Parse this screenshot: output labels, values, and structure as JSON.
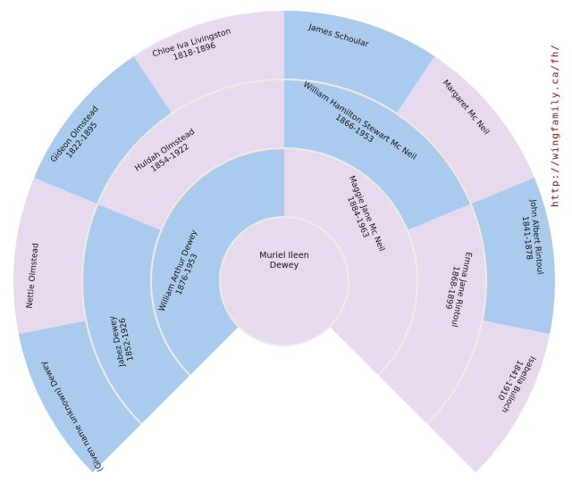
{
  "chart": {
    "type": "genealogy-fan-chart",
    "center_person": {
      "name": "Muriel Ileen Dewey",
      "name_lines": [
        "Muriel Ileen",
        "Dewey"
      ],
      "dates": "",
      "sex": "female"
    },
    "generations": [
      {
        "ring": 1,
        "people": [
          {
            "name": "William Arthur Dewey",
            "dates": "1876-1953",
            "sex": "male"
          },
          {
            "name": "Maggie Jane Mc Neil",
            "dates": "1884-1963",
            "sex": "female"
          }
        ]
      },
      {
        "ring": 2,
        "people": [
          {
            "name": "Jabez Dewey",
            "dates": "1852-1926",
            "sex": "male"
          },
          {
            "name": "Huldah Olmstead",
            "dates": "1854-1922",
            "sex": "female"
          },
          {
            "name": "William Hamilton Stewart Mc Neil",
            "dates": "1866-1953",
            "sex": "male"
          },
          {
            "name": "Emma Jane Rintoul",
            "dates": "1868-1899",
            "sex": "female"
          }
        ]
      },
      {
        "ring": 3,
        "people": [
          {
            "name": "(Given name unknown) Dewey",
            "dates": "",
            "sex": "male"
          },
          {
            "name": "Nettie Olmstead",
            "dates": "",
            "sex": "female"
          },
          {
            "name": "Gideon Olmstead",
            "dates": "1822-1895",
            "sex": "male"
          },
          {
            "name": "Chloe Iva Livingston",
            "dates": "1818-1896",
            "sex": "female"
          },
          {
            "name": "James Schoular",
            "dates": "",
            "sex": "male"
          },
          {
            "name": "Margaret Mc Neil",
            "dates": "",
            "sex": "female"
          },
          {
            "name": "John Albert Rintoul",
            "dates": "1841-1878",
            "sex": "male"
          },
          {
            "name": "Isabella Bulloch",
            "dates": "1841-1910",
            "sex": "female"
          }
        ]
      }
    ],
    "colors": {
      "male": "#abcbee",
      "female": "#e8daee",
      "ring_border": "#eeece0",
      "text": "#111111",
      "watermark": "#831111"
    },
    "watermark": {
      "text": "http://wingfamily.ca/fh/"
    }
  }
}
